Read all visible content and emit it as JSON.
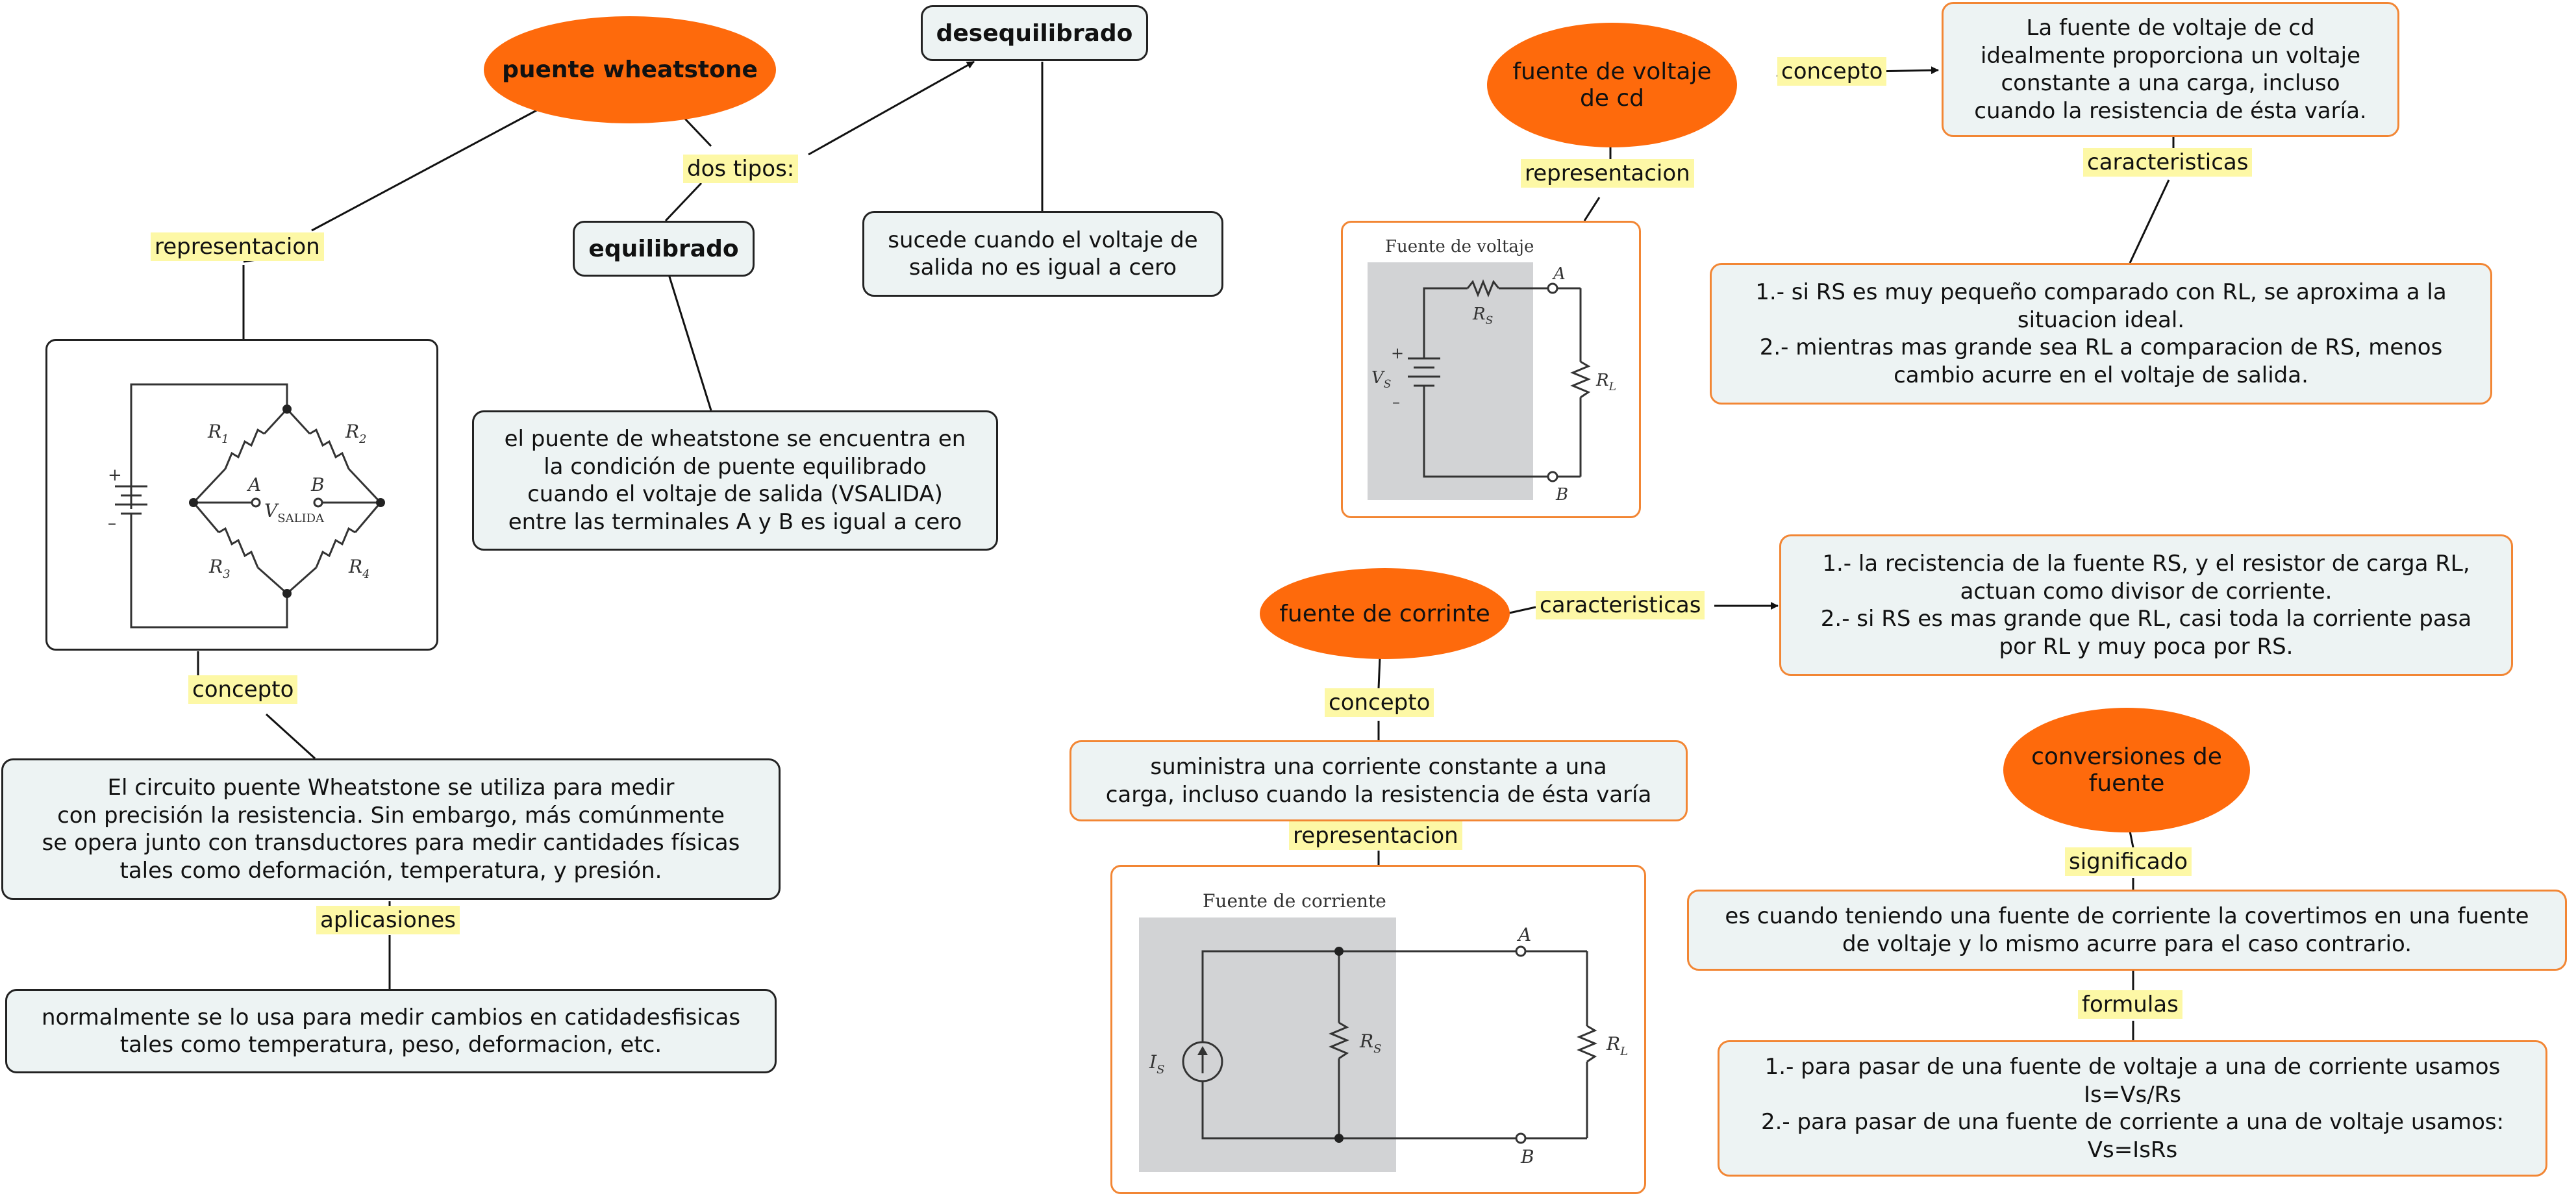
{
  "nodes": {
    "wheatstone": "puente wheatstone",
    "desequilibrado": "desequilibrado",
    "equilibrado": "equilibrado",
    "deseq_desc": "sucede cuando el voltaje de\nsalida no es igual a cero",
    "eq_desc": "el puente de wheatstone se encuentra en\nla condición de puente equilibrado\ncuando el voltaje de salida (VSALIDA)\nentre las terminales A y B es igual a cero",
    "wh_concept": "El circuito puente Wheatstone se utiliza para medir\ncon precisión la resistencia. Sin embargo, más comúnmente\nse opera junto con transductores para medir cantidades físicas\ntales como deformación, temperatura, y presión.",
    "wh_app": "normalmente se lo usa para medir cambios en catidadesfisicas\ntales como temperatura, peso, deformacion, etc.",
    "fuente_voltaje": "fuente de voltaje\nde cd",
    "fv_concept": "La fuente de voltaje de cd\nidealmente proporciona un voltaje\nconstante a una carga, incluso\ncuando la resistencia de ésta varía.",
    "fv_car": "1.- si RS es muy pequeño comparado con RL, se aproxima a la\nsituacion ideal.\n2.- mientras mas grande sea RL a comparacion de RS, menos\ncambio acurre en el voltaje de salida.",
    "fuente_corriente": "fuente de corrinte",
    "fc_car": "1.- la recistencia de la fuente RS, y el resistor de carga RL,\nactuan como divisor de corriente.\n2.- si RS es mas grande que RL, casi toda la corriente pasa\npor RL y muy poca por RS.",
    "fc_concept": "suministra una corriente constante a una\ncarga, incluso cuando la resistencia de ésta varía",
    "conversiones": "conversiones de\nfuente",
    "conv_sig": "es cuando teniendo una fuente de corriente la covertimos en una fuente\nde voltaje y lo mismo acurre para el caso contrario.",
    "conv_form": "1.- para pasar de una fuente de voltaje a una de corriente usamos\nIs=Vs/Rs\n2.- para pasar de una fuente de corriente a una de voltaje usamos:\nVs=IsRs"
  },
  "labels": {
    "dos_tipos": "dos tipos:",
    "wh_rep": "representacion",
    "wh_concepto": "concepto",
    "wh_aplic": "aplicasiones",
    "fv_concepto": "concepto",
    "fv_rep": "representacion",
    "fv_caract": "caracteristicas",
    "fc_caract": "caracteristicas",
    "fc_concepto": "concepto",
    "fc_rep": "representacion",
    "conv_significado": "significado",
    "conv_formulas": "formulas"
  },
  "figures": {
    "bridge": {
      "r1": "R",
      "r1_sub": "1",
      "r2": "R",
      "r2_sub": "2",
      "r3": "R",
      "r3_sub": "3",
      "r4": "R",
      "r4_sub": "4",
      "a": "A",
      "b": "B",
      "vout": "V",
      "vout_sub": "SALIDA",
      "plus": "+",
      "minus": "–"
    },
    "voltage_source": {
      "title": "Fuente de voltaje",
      "rs": "R",
      "rs_sub": "S",
      "vs": "V",
      "vs_sub": "S",
      "rl": "R",
      "rl_sub": "L",
      "a": "A",
      "b": "B",
      "plus": "+",
      "minus": "–"
    },
    "current_source": {
      "title": "Fuente de corriente",
      "is": "I",
      "is_sub": "S",
      "rs": "R",
      "rs_sub": "S",
      "rl": "R",
      "rl_sub": "L",
      "a": "A",
      "b": "B"
    }
  },
  "colors": {
    "oval": "#fe6a0c",
    "box_fill": "#edf3f3",
    "box_border_dark": "#222222",
    "box_border_orange": "#f28634",
    "label_highlight": "#fdf8a6",
    "figure_shade": "#d2d3d5"
  }
}
